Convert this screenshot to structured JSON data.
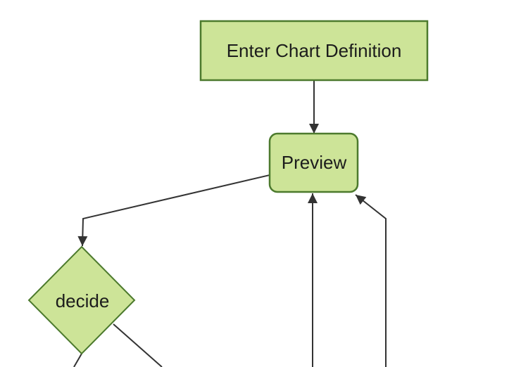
{
  "diagram": {
    "type": "flowchart",
    "orientation": "top-down",
    "colors": {
      "canvas_bg": "#ffffff",
      "node_fill": "#cde498",
      "node_border": "#4c7a2d",
      "edge_line": "#333333",
      "label_text": "#1c1c1c"
    },
    "nodes": [
      {
        "id": "enter-chart-definition",
        "shape": "rectangle",
        "label": "Enter Chart Definition"
      },
      {
        "id": "preview",
        "shape": "rounded-rectangle",
        "label": "Preview"
      },
      {
        "id": "decide",
        "shape": "diamond",
        "label": "decide"
      }
    ],
    "edges": [
      {
        "from": "enter-chart-definition",
        "to": "preview",
        "arrowhead": true
      },
      {
        "from": "preview",
        "to": "decide",
        "arrowhead": true
      },
      {
        "from": "offscreen-bottom-center",
        "to": "preview",
        "arrowhead": true
      },
      {
        "from": "offscreen-bottom-right",
        "to": "preview",
        "arrowhead": true
      },
      {
        "from": "decide",
        "to": "offscreen-bottom-left",
        "arrowhead": false
      },
      {
        "from": "decide",
        "to": "offscreen-bottom-right",
        "arrowhead": false
      }
    ]
  }
}
